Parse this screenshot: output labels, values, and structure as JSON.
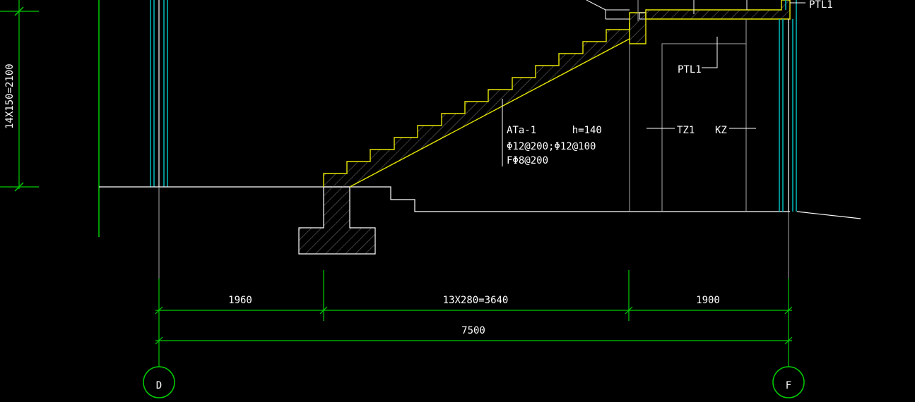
{
  "drawing": {
    "colors": {
      "background": "#000000",
      "structure": "#ffffff",
      "stair_outline": "#e6e600",
      "dimension": "#00cc00",
      "column": "#00bcbc",
      "hatch": "#8a8a8a"
    },
    "left_dim_label": "14X150=2100",
    "labels": {
      "ptl1_top": "PTL1",
      "ptl1_mid": "PTL1",
      "tz1": "TZ1",
      "kz": "KZ",
      "stair_line1": "ATa-1      h=140",
      "stair_line2": "Φ12@200;Φ12@100",
      "stair_line3": "FΦ8@200"
    },
    "dimensions": {
      "seg1": "1960",
      "seg2": "13X280=3640",
      "seg3": "1900",
      "total": "7500"
    },
    "axes": {
      "left": "D",
      "right": "F"
    }
  }
}
